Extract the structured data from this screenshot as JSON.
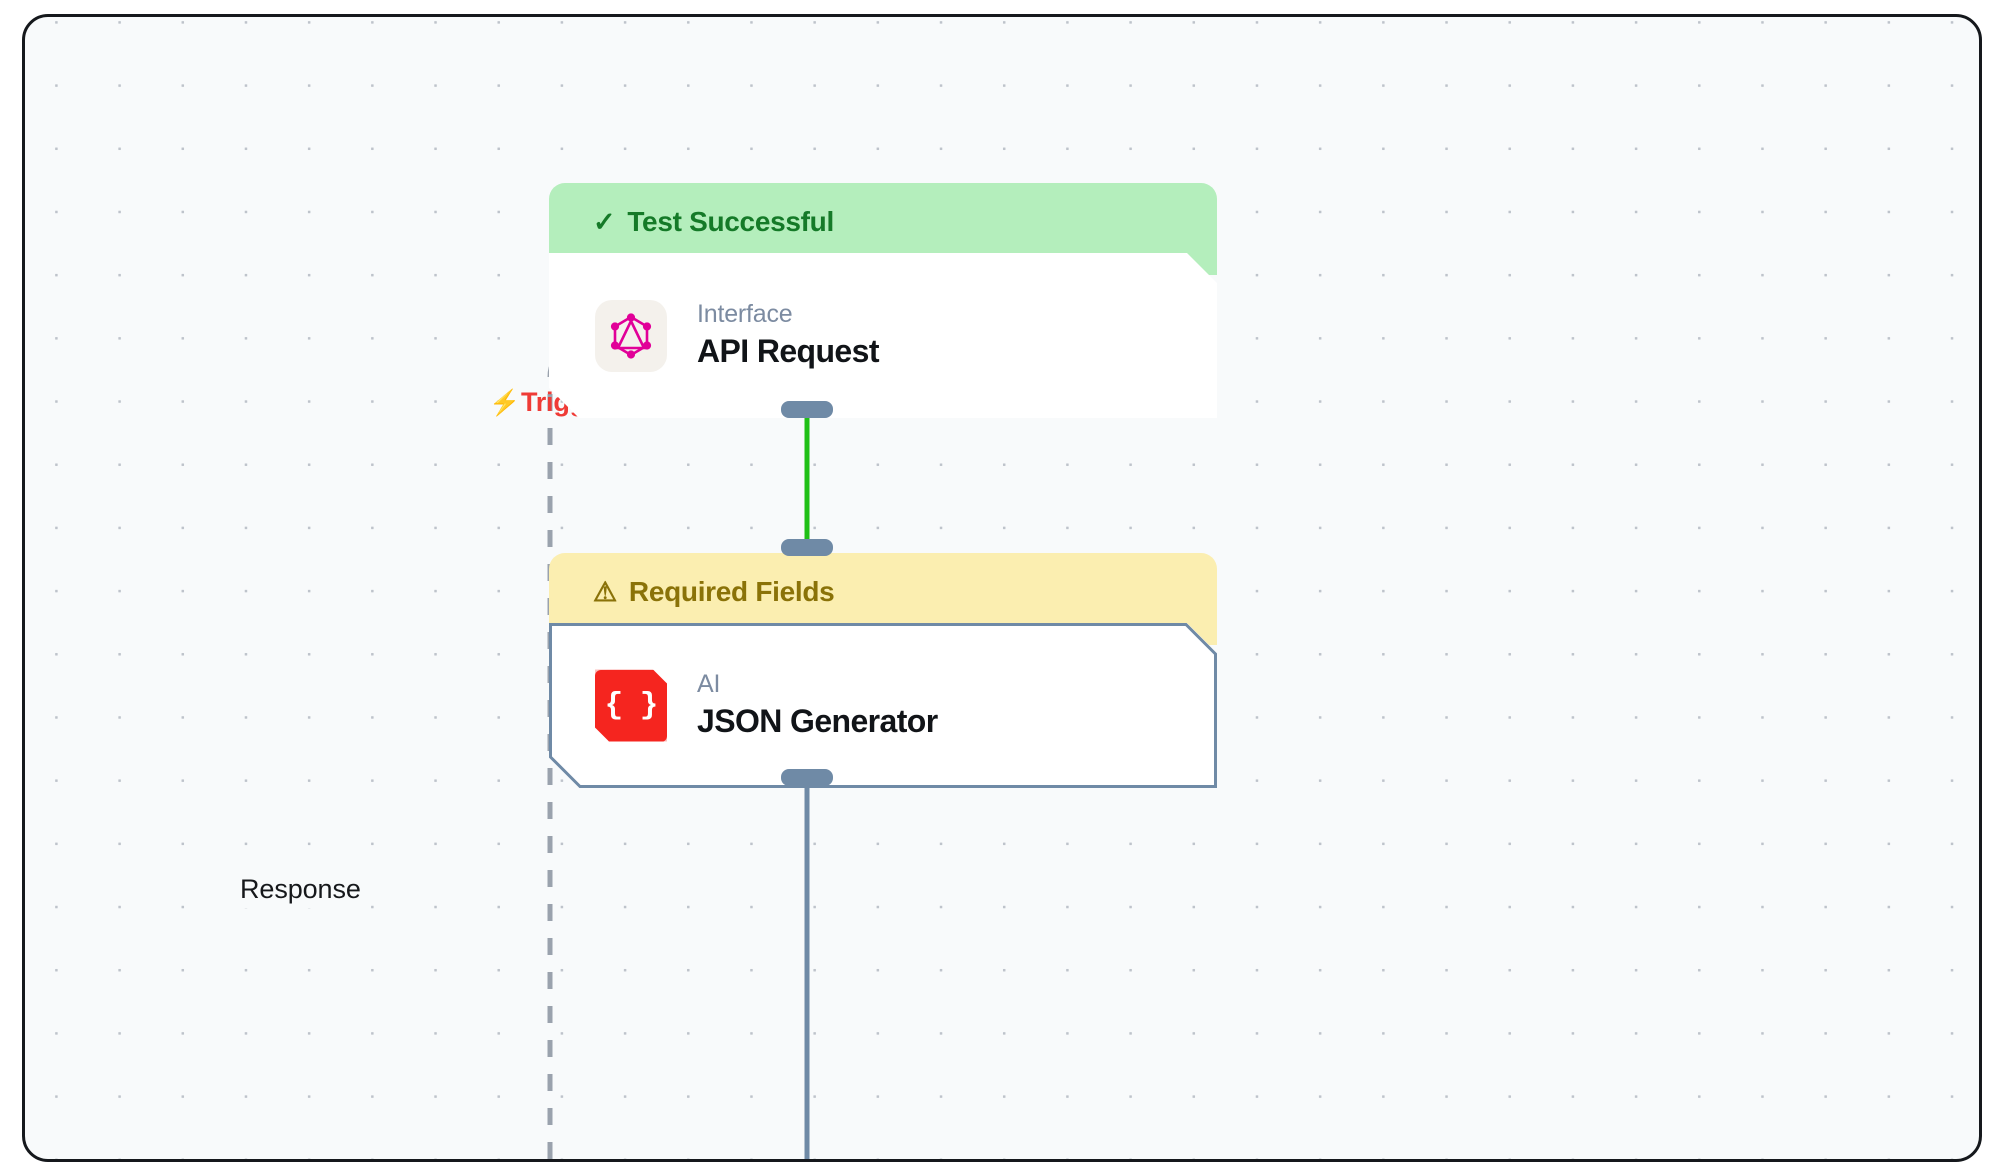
{
  "canvas": {
    "background_color": "#f8fafb",
    "border_color": "#15181c",
    "grid": "dot-grid"
  },
  "edges": [
    {
      "id": "trigger-edge",
      "label": "Trigger",
      "icon": "lightning-bolt-icon",
      "icon_glyph": "⚡",
      "color": "#ef3b36",
      "style": "dashed"
    },
    {
      "id": "response-edge",
      "label": "Response",
      "color": "#9aa2ad",
      "style": "dashed"
    },
    {
      "id": "api-to-json-edge",
      "label": "",
      "color": "#1fc016",
      "style": "solid"
    },
    {
      "id": "json-output-edge",
      "label": "",
      "color": "#6f8aa6",
      "style": "solid"
    }
  ],
  "nodes": [
    {
      "id": "api-request-node",
      "status": {
        "text": "Test Successful",
        "glyph": "✓",
        "icon": "check-icon",
        "type": "success",
        "bg_color": "#b4eebc",
        "text_color": "#157a28"
      },
      "kind": "Interface",
      "title": "API Request",
      "icon": "graphql-icon",
      "icon_color": "#e10098",
      "selected": false
    },
    {
      "id": "json-generator-node",
      "status": {
        "text": "Required Fields",
        "glyph": "⚠",
        "icon": "warning-triangle-icon",
        "type": "warning",
        "bg_color": "#fbeeb0",
        "text_color": "#8a7208"
      },
      "kind": "AI",
      "title": "JSON Generator",
      "icon": "json-braces-icon",
      "icon_glyph": "{ }",
      "icon_color": "#f5251f",
      "selected": true
    }
  ]
}
